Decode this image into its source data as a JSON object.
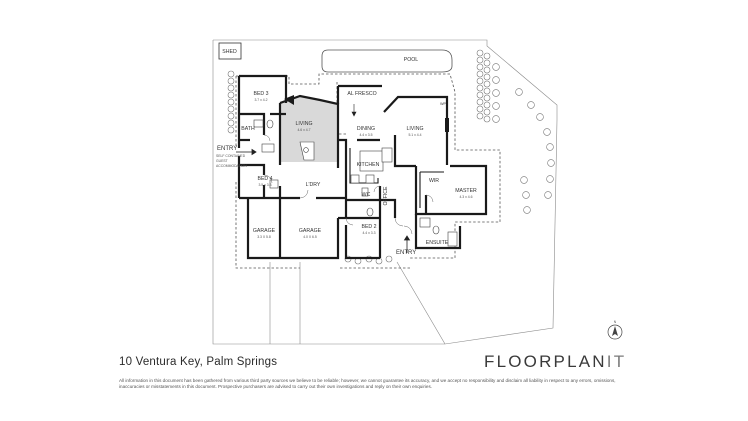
{
  "title": "10 Ventura Key, Palm Springs",
  "brand": {
    "main": "FLOORPLAN",
    "suffix": "IT"
  },
  "disclaimer": "All information in this document has been gathered from various third party sources we believe to be reliable; however, we cannot guarantee its accuracy, and we accept no responsibility and disclaim all liability in respect to any errors, omissions, inaccuracies or misstatements in this document. Prospective purchasers are advised to carry out their own investigations and reply on their own enquiries.",
  "compass": "N",
  "rooms": {
    "shed": {
      "name": "SHED"
    },
    "pool": {
      "name": "POOL"
    },
    "bed3": {
      "name": "BED 3",
      "dims": "3.7 x 4.2"
    },
    "bath": {
      "name": "BATH"
    },
    "living1": {
      "name": "LIVING",
      "dims": "4.6 x 4.7"
    },
    "alfresco": {
      "name": "AL FRESCO"
    },
    "dining": {
      "name": "DINING",
      "dims": "4.4 x 3.5"
    },
    "living2": {
      "name": "LIVING",
      "dims": "5.1 x 4.4"
    },
    "kitchen": {
      "name": "KITCHEN"
    },
    "wir": {
      "name": "WIR"
    },
    "master": {
      "name": "MASTER",
      "dims": "4.3 x 4.6"
    },
    "bed4": {
      "name": "BED 4",
      "dims": "3.5 x 3.3"
    },
    "ldry": {
      "name": "L'DRY"
    },
    "garage1": {
      "name": "GARAGE",
      "dims": "3.3 X 5.8"
    },
    "garage2": {
      "name": "GARAGE",
      "dims": "4.0 X 6.5"
    },
    "wc": {
      "name": "WC"
    },
    "office": {
      "name": "OFFICE"
    },
    "bed2": {
      "name": "BED 2",
      "dims": "4.4 x 3.3"
    },
    "ensuite": {
      "name": "ENSUITE"
    }
  },
  "labels": {
    "entry_left": "ENTRY",
    "guest_line1": "SELF CONTAINED",
    "guest_line2": "GUEST",
    "guest_line3": "ACCOMMODATION",
    "entry_bottom": "ENTRY",
    "wp": "WP"
  },
  "colors": {
    "living1_fill": "#d9d9d9",
    "wall": "#1a1a1a"
  }
}
